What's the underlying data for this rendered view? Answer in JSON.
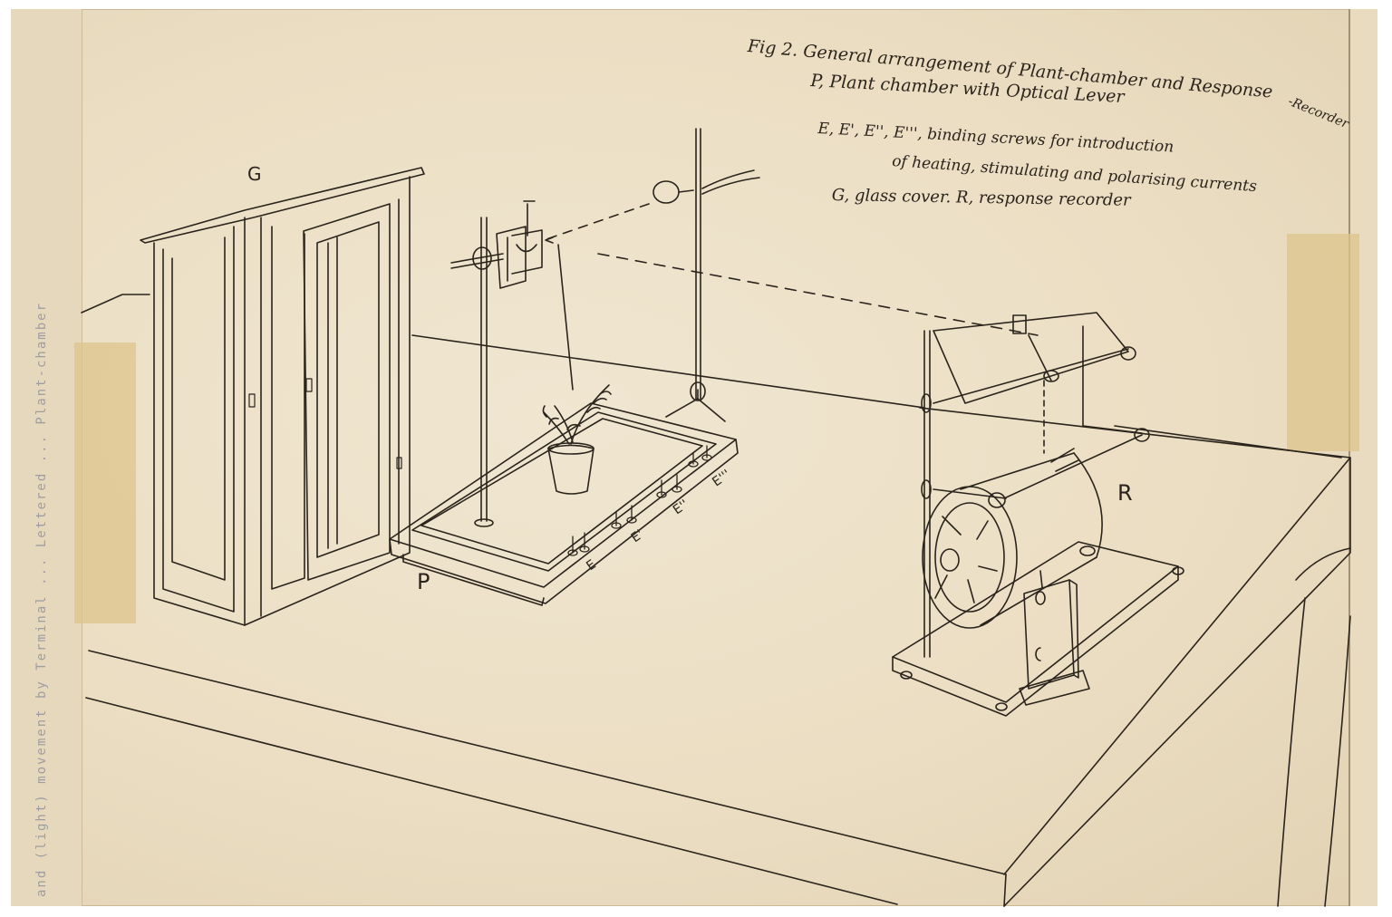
{
  "caption": {
    "title_line": "Fig 2. General arrangement of Plant-chamber and Response",
    "title_continuation": "-Recorder",
    "legend": [
      "P, Plant chamber with Optical Lever",
      "E, E', E'', E''', binding screws for introduction",
      "of heating, stimulating and polarising currents",
      "G, glass cover.   R, response recorder"
    ]
  },
  "labels": {
    "glass_cover": "G",
    "plant_chamber": "P",
    "response_recorder": "R",
    "screw_e": "E",
    "screw_e1": "E'",
    "screw_e2": "E''",
    "screw_e3": "E'''"
  },
  "margin_text": "and (light) movement by Terminal ... Lettered ... Plant-chamber",
  "colors": {
    "paper": "#ecdfc6",
    "ink": "#2b241c",
    "tape": "#dcc48c",
    "typewriter": "#8b8f9e"
  }
}
